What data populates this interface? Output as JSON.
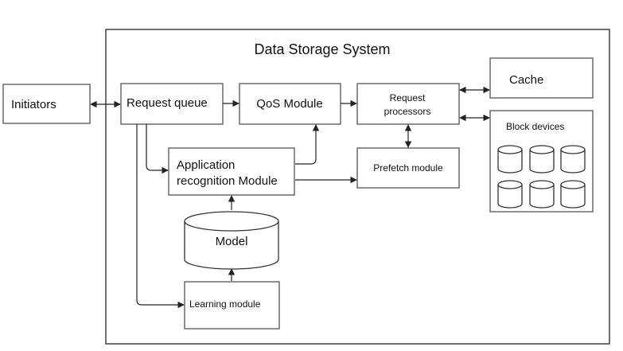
{
  "diagram": {
    "system_title": "Data Storage System",
    "nodes": {
      "initiators": "Initiators",
      "request_queue": "Request queue",
      "qos_module": "QoS Module",
      "request_processors": [
        "Request",
        "processors"
      ],
      "cache": "Cache",
      "block_devices": "Block devices",
      "app_recognition": [
        "Application",
        "recognition Module"
      ],
      "prefetch_module": "Prefetch module",
      "model": "Model",
      "learning_module": "Learning module"
    }
  }
}
